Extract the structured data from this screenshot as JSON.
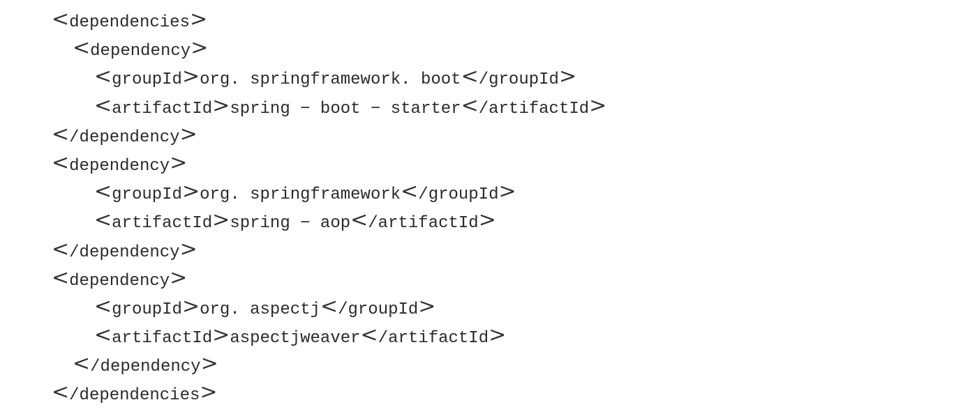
{
  "code": {
    "lines": [
      {
        "lt": "<",
        "tag": "dependencies",
        "gt": ">",
        "text": "",
        "lt2": "",
        "close": "",
        "gt2": ""
      },
      {
        "lt": "<",
        "tag": "dependency",
        "gt": ">",
        "text": "",
        "lt2": "",
        "close": "",
        "gt2": ""
      },
      {
        "lt": "<",
        "tag": "groupId",
        "gt": ">",
        "text": "org. springframework. boot",
        "lt2": "<",
        "close": "/groupId",
        "gt2": ">"
      },
      {
        "lt": "<",
        "tag": "artifactId",
        "gt": ">",
        "text": "spring − boot − starter",
        "lt2": "<",
        "close": "/artifactId",
        "gt2": ">"
      },
      {
        "lt": "<",
        "tag": "/dependency",
        "gt": ">",
        "text": "",
        "lt2": "",
        "close": "",
        "gt2": ""
      },
      {
        "lt": "<",
        "tag": "dependency",
        "gt": ">",
        "text": "",
        "lt2": "",
        "close": "",
        "gt2": ""
      },
      {
        "lt": "<",
        "tag": "groupId",
        "gt": ">",
        "text": "org. springframework",
        "lt2": "<",
        "close": "/groupId",
        "gt2": ">"
      },
      {
        "lt": "<",
        "tag": "artifactId",
        "gt": ">",
        "text": "spring − aop",
        "lt2": "<",
        "close": "/artifactId",
        "gt2": ">"
      },
      {
        "lt": "<",
        "tag": "/dependency",
        "gt": ">",
        "text": "",
        "lt2": "",
        "close": "",
        "gt2": ""
      },
      {
        "lt": "<",
        "tag": "dependency",
        "gt": ">",
        "text": "",
        "lt2": "",
        "close": "",
        "gt2": ""
      },
      {
        "lt": "<",
        "tag": "groupId",
        "gt": ">",
        "text": "org. aspectj",
        "lt2": "<",
        "close": "/groupId",
        "gt2": ">"
      },
      {
        "lt": "<",
        "tag": "artifactId",
        "gt": ">",
        "text": "aspectjweaver",
        "lt2": "<",
        "close": "/artifactId",
        "gt2": ">"
      },
      {
        "lt": "<",
        "tag": "/dependency",
        "gt": ">",
        "text": "",
        "lt2": "",
        "close": "",
        "gt2": ""
      },
      {
        "lt": "<",
        "tag": "/dependencies",
        "gt": ">",
        "text": "",
        "lt2": "",
        "close": "",
        "gt2": ""
      }
    ]
  },
  "colors": {
    "background": "#ffffff",
    "text": "#2b2b2b"
  }
}
